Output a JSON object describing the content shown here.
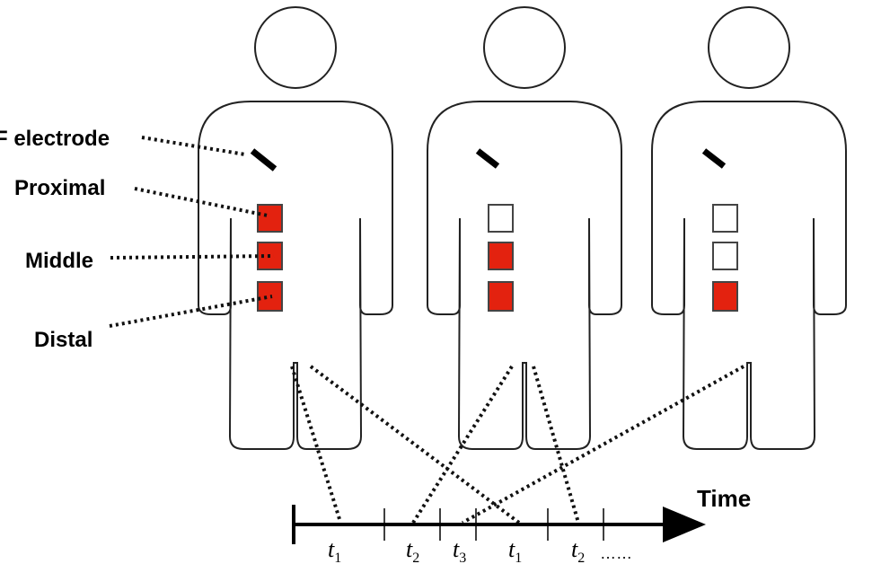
{
  "labels": {
    "electrode": "F electrode",
    "proximal": "Proximal",
    "middle": "Middle",
    "distal": "Distal",
    "time": "Time"
  },
  "colors": {
    "active": "#e3220f",
    "inactive": "#ffffff",
    "outline": "#222222"
  },
  "figures": [
    {
      "pads": {
        "proximal": true,
        "middle": true,
        "distal": true
      }
    },
    {
      "pads": {
        "proximal": false,
        "middle": true,
        "distal": true
      }
    },
    {
      "pads": {
        "proximal": false,
        "middle": false,
        "distal": true
      }
    }
  ],
  "timeline": {
    "ticks": [
      {
        "letter": "t",
        "sub": "1"
      },
      {
        "letter": "t",
        "sub": "2"
      },
      {
        "letter": "t",
        "sub": "3"
      },
      {
        "letter": "t",
        "sub": "1"
      },
      {
        "letter": "t",
        "sub": "2"
      }
    ],
    "ellipsis": "……"
  }
}
